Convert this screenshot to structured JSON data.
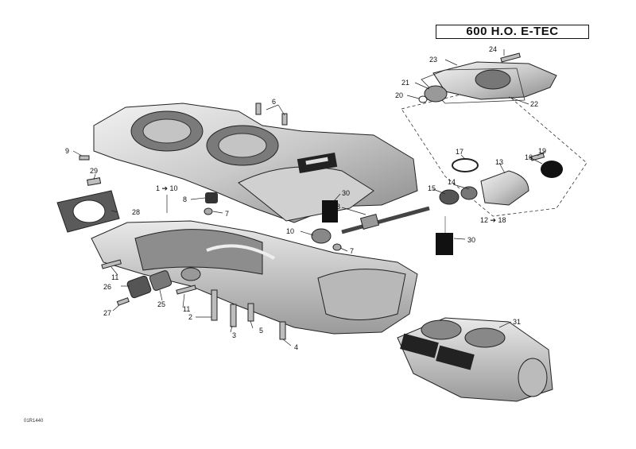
{
  "title": "600 H.O. E-TEC",
  "drawing_code": "01R1440",
  "callouts": [
    {
      "id": "c24",
      "text": "24"
    },
    {
      "id": "c23",
      "text": "23"
    },
    {
      "id": "c21",
      "text": "21"
    },
    {
      "id": "c20",
      "text": "20"
    },
    {
      "id": "c22",
      "text": "22"
    },
    {
      "id": "c6",
      "text": "6"
    },
    {
      "id": "c9",
      "text": "9"
    },
    {
      "id": "c29",
      "text": "29"
    },
    {
      "id": "c1to10a",
      "text": "1 ➔ 10"
    },
    {
      "id": "c8",
      "text": "8"
    },
    {
      "id": "c7a",
      "text": "7"
    },
    {
      "id": "c28",
      "text": "28"
    },
    {
      "id": "c30a",
      "text": "30"
    },
    {
      "id": "c18",
      "text": "18"
    },
    {
      "id": "c17",
      "text": "17"
    },
    {
      "id": "c19",
      "text": "19"
    },
    {
      "id": "c16",
      "text": "16"
    },
    {
      "id": "c13",
      "text": "13"
    },
    {
      "id": "c14",
      "text": "14"
    },
    {
      "id": "c15",
      "text": "15"
    },
    {
      "id": "c12to18",
      "text": "12 ➔ 18"
    },
    {
      "id": "c10",
      "text": "10"
    },
    {
      "id": "c7b",
      "text": "7"
    },
    {
      "id": "c30b",
      "text": "30"
    },
    {
      "id": "c11a",
      "text": "11"
    },
    {
      "id": "c26",
      "text": "26"
    },
    {
      "id": "c25",
      "text": "25"
    },
    {
      "id": "c11b",
      "text": "11"
    },
    {
      "id": "c27",
      "text": "27"
    },
    {
      "id": "c2",
      "text": "2"
    },
    {
      "id": "c3",
      "text": "3"
    },
    {
      "id": "c5",
      "text": "5"
    },
    {
      "id": "c4",
      "text": "4"
    },
    {
      "id": "c31",
      "text": "31"
    }
  ]
}
